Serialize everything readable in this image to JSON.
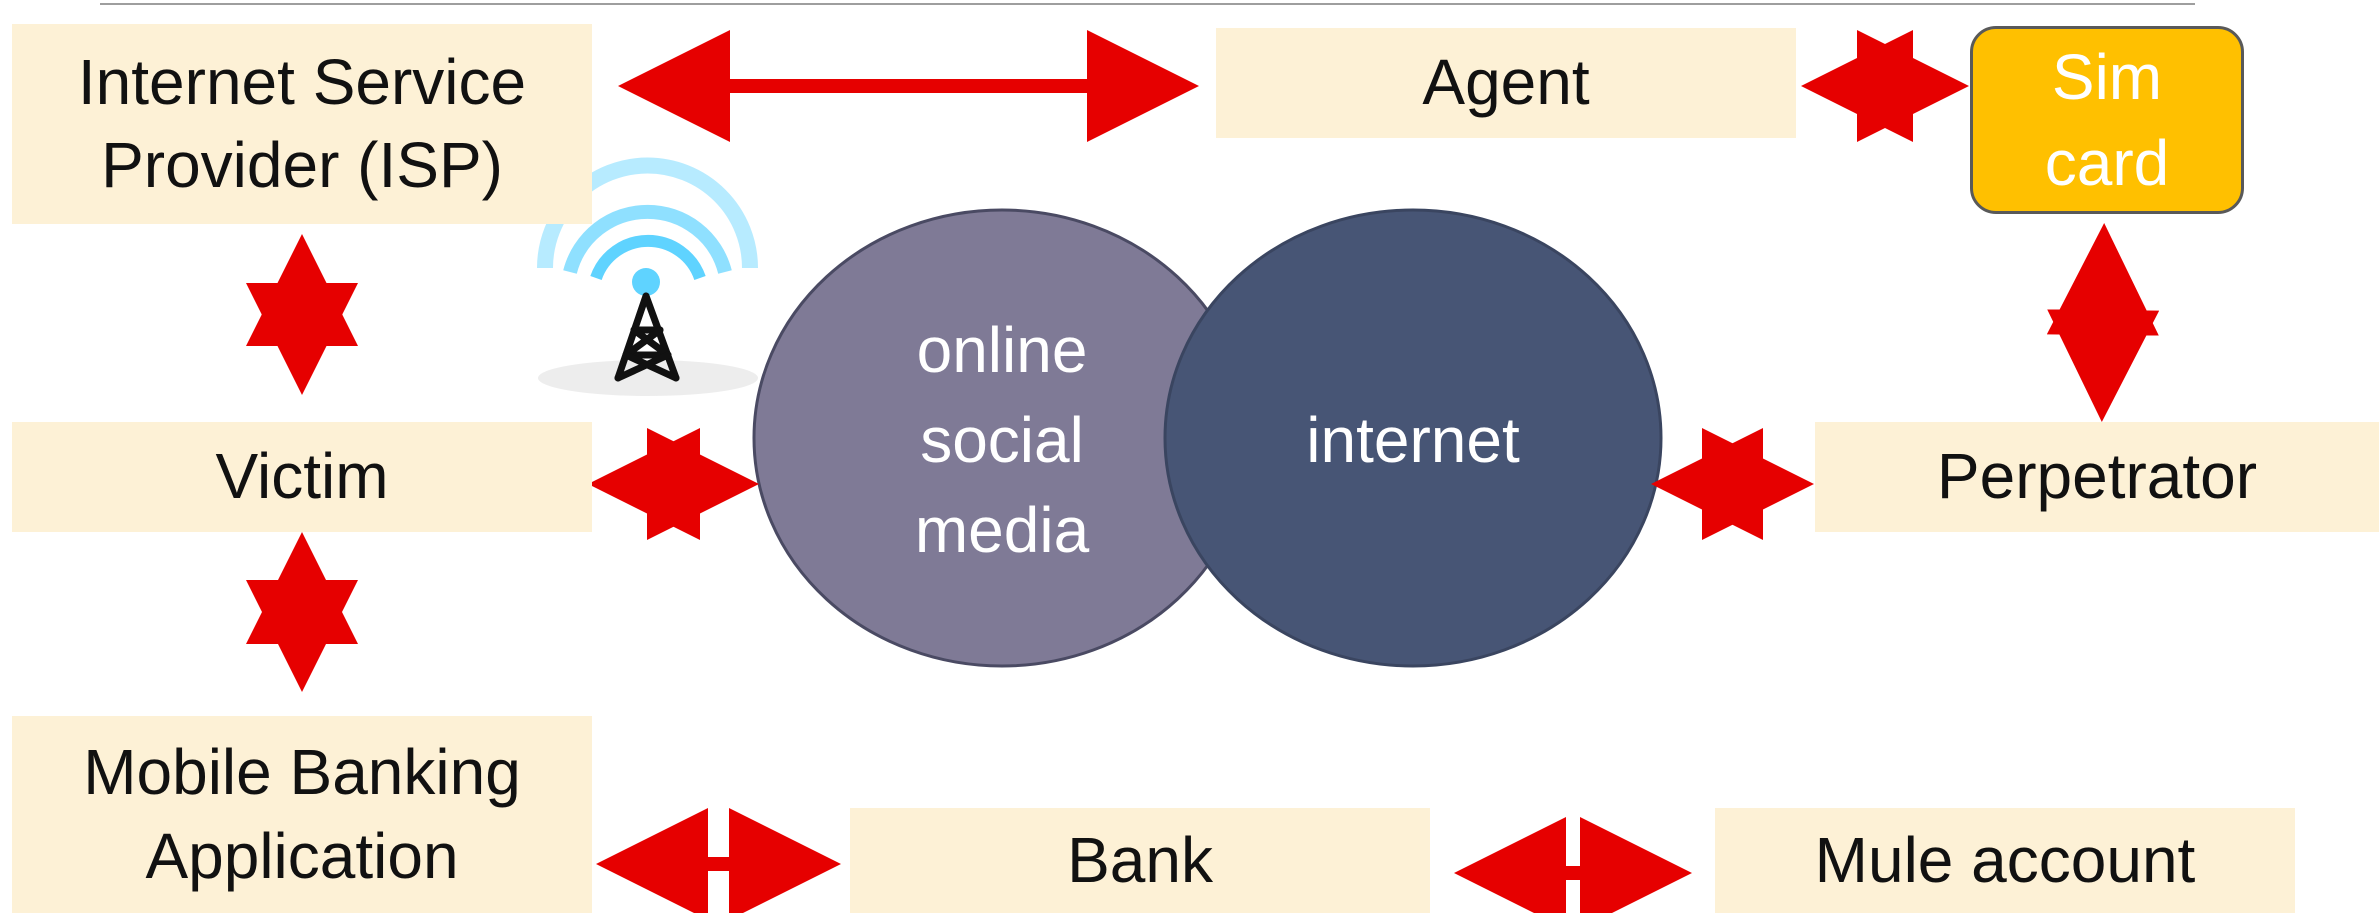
{
  "nodes": {
    "isp": {
      "line1": "Internet Service",
      "line2": "Provider (ISP)"
    },
    "agent": "Agent",
    "sim_card": {
      "line1": "Sim",
      "line2": "card"
    },
    "victim": "Victim",
    "perpetrator": "Perpetrator",
    "mobile_banking": {
      "line1": "Mobile Banking",
      "line2": "Application"
    },
    "bank": "Bank",
    "mule_account": "Mule account",
    "online_social_media": {
      "line1": "online",
      "line2": "social",
      "line3": "media"
    },
    "internet": "internet"
  },
  "colors": {
    "box_fill": "#fdf1d6",
    "sim_card_fill": "#ffc000",
    "arrow": "#e60000",
    "social_media_circle": "#7f7a96",
    "internet_circle": "#475575",
    "tower_signal": "#5fd3ff"
  },
  "icons": [
    "cell-tower-icon"
  ]
}
